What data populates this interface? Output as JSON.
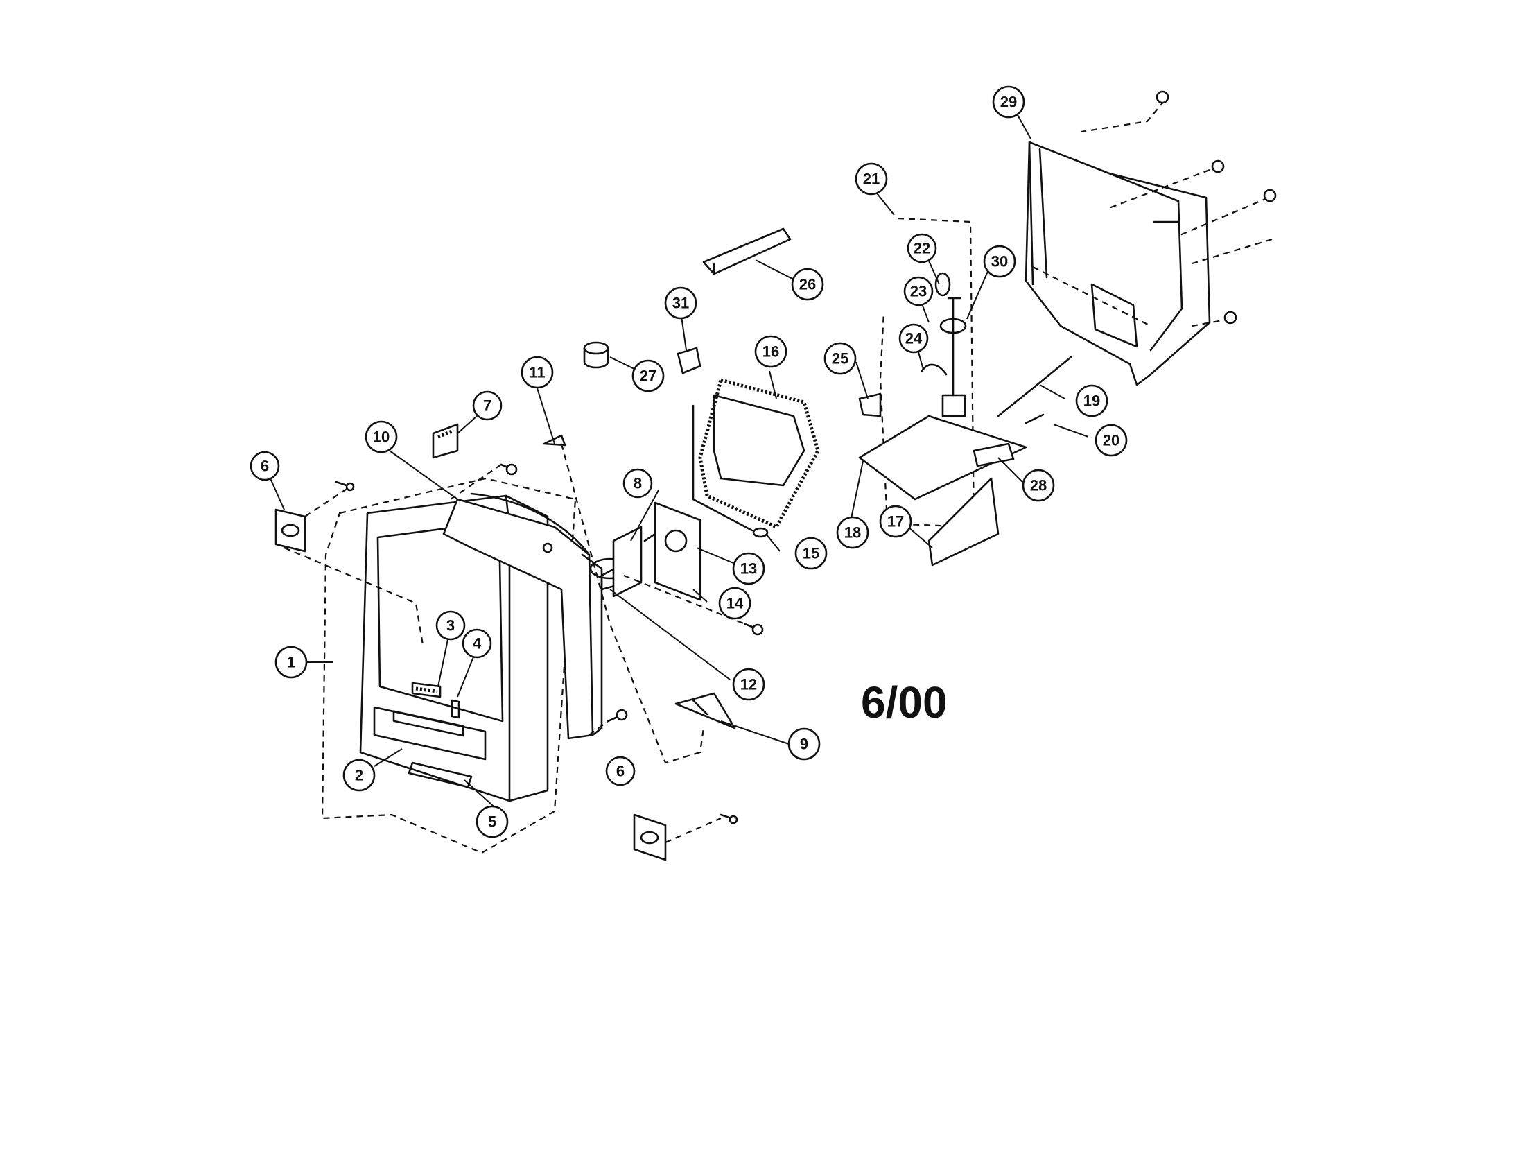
{
  "diagram": {
    "date_code": "6/00",
    "callouts": [
      "1",
      "2",
      "3",
      "4",
      "5",
      "6",
      "6",
      "7",
      "8",
      "9",
      "10",
      "11",
      "12",
      "13",
      "14",
      "15",
      "16",
      "17",
      "18",
      "19",
      "20",
      "21",
      "22",
      "23",
      "24",
      "25",
      "26",
      "27",
      "28",
      "29",
      "30",
      "31"
    ]
  }
}
